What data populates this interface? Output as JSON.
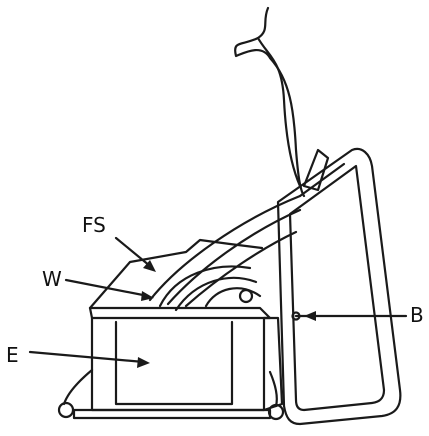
{
  "labels": {
    "fs": "FS",
    "w": "W",
    "e": "E",
    "b": "B"
  },
  "colors": {
    "ink": "#1a1a1a",
    "background": "#ffffff"
  }
}
